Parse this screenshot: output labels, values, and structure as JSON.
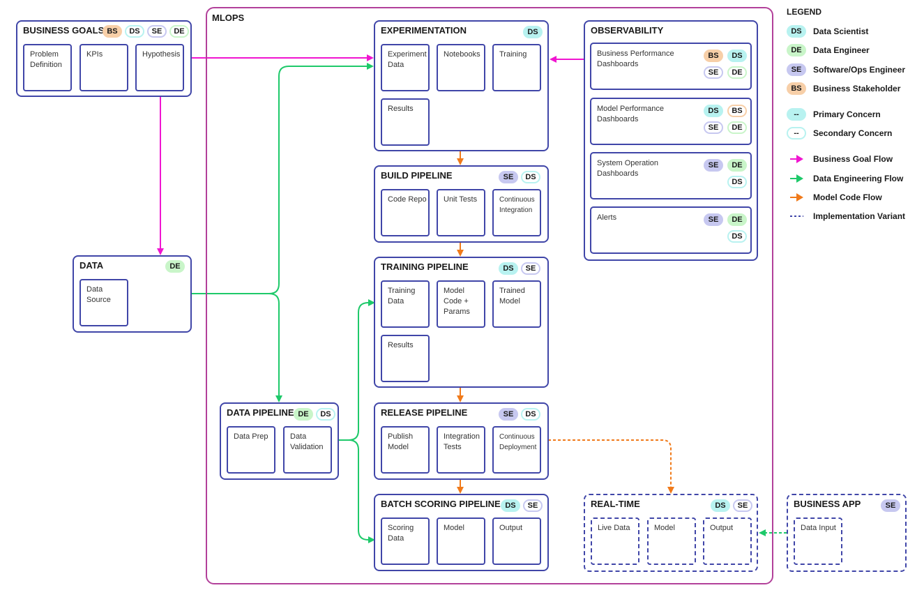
{
  "mlops_label": "MLOPS",
  "business_goals": {
    "title": "BUSINESS GOALS",
    "badges": [
      {
        "role": "BS",
        "concern": "primary"
      },
      {
        "role": "DS",
        "concern": "secondary"
      },
      {
        "role": "SE",
        "concern": "secondary"
      },
      {
        "role": "DE",
        "concern": "secondary"
      }
    ],
    "items": [
      "Problem Definition",
      "KPIs",
      "Hypothesis"
    ]
  },
  "data": {
    "title": "DATA",
    "badges": [
      {
        "role": "DE",
        "concern": "primary"
      }
    ],
    "items": [
      "Data Source"
    ]
  },
  "data_pipeline": {
    "title": "DATA PIPELINE",
    "badges": [
      {
        "role": "DE",
        "concern": "primary"
      },
      {
        "role": "DS",
        "concern": "secondary"
      }
    ],
    "items": [
      "Data Prep",
      "Data Validation"
    ]
  },
  "experimentation": {
    "title": "EXPERIMENTATION",
    "badges": [
      {
        "role": "DS",
        "concern": "primary"
      }
    ],
    "items": [
      "Experiment Data",
      "Notebooks",
      "Training",
      "Results"
    ]
  },
  "build_pipeline": {
    "title": "BUILD PIPELINE",
    "badges": [
      {
        "role": "SE",
        "concern": "primary"
      },
      {
        "role": "DS",
        "concern": "secondary"
      }
    ],
    "items": [
      "Code Repo",
      "Unit Tests",
      "Continuous Integration"
    ]
  },
  "training_pipeline": {
    "title": "TRAINING PIPELINE",
    "badges": [
      {
        "role": "DS",
        "concern": "primary"
      },
      {
        "role": "SE",
        "concern": "secondary"
      }
    ],
    "items": [
      "Training Data",
      "Model Code + Params",
      "Trained Model",
      "Results"
    ]
  },
  "release_pipeline": {
    "title": "RELEASE PIPELINE",
    "badges": [
      {
        "role": "SE",
        "concern": "primary"
      },
      {
        "role": "DS",
        "concern": "secondary"
      }
    ],
    "items": [
      "Publish Model",
      "Integration Tests",
      "Continuous Deployment"
    ]
  },
  "batch_scoring": {
    "title": "BATCH SCORING PIPELINE",
    "badges": [
      {
        "role": "DS",
        "concern": "primary"
      },
      {
        "role": "SE",
        "concern": "secondary"
      }
    ],
    "items": [
      "Scoring Data",
      "Model",
      "Output"
    ]
  },
  "observability": {
    "title": "OBSERVABILITY",
    "panels": [
      {
        "label": "Business Performance Dashboards",
        "badges": [
          {
            "role": "BS",
            "concern": "primary"
          },
          {
            "role": "DS",
            "concern": "primary"
          },
          {
            "role": "SE",
            "concern": "secondary"
          },
          {
            "role": "DE",
            "concern": "secondary"
          }
        ]
      },
      {
        "label": "Model Performance Dashboards",
        "badges": [
          {
            "role": "DS",
            "concern": "primary"
          },
          {
            "role": "BS",
            "concern": "secondary"
          },
          {
            "role": "SE",
            "concern": "secondary"
          },
          {
            "role": "DE",
            "concern": "secondary"
          }
        ]
      },
      {
        "label": "System Operation Dashboards",
        "badges": [
          {
            "role": "SE",
            "concern": "primary"
          },
          {
            "role": "DE",
            "concern": "primary"
          },
          {
            "role": "DS",
            "concern": "secondary"
          }
        ]
      },
      {
        "label": "Alerts",
        "badges": [
          {
            "role": "SE",
            "concern": "primary"
          },
          {
            "role": "DE",
            "concern": "primary"
          },
          {
            "role": "DS",
            "concern": "secondary"
          }
        ]
      }
    ]
  },
  "real_time": {
    "title": "REAL-TIME",
    "badges": [
      {
        "role": "DS",
        "concern": "primary"
      },
      {
        "role": "SE",
        "concern": "secondary"
      }
    ],
    "items": [
      "Live Data",
      "Model",
      "Output"
    ]
  },
  "business_app": {
    "title": "BUSINESS APP",
    "badges": [
      {
        "role": "SE",
        "concern": "primary"
      }
    ],
    "items": [
      "Data Input"
    ]
  },
  "legend": {
    "title": "LEGEND",
    "roles": [
      {
        "abbr": "DS",
        "label": "Data Scientist"
      },
      {
        "abbr": "DE",
        "label": "Data Engineer"
      },
      {
        "abbr": "SE",
        "label": "Software/Ops Engineer"
      },
      {
        "abbr": "BS",
        "label": "Business Stakeholder"
      }
    ],
    "concern_symbol": "--",
    "concerns": {
      "primary": "Primary Concern",
      "secondary": "Secondary Concern"
    },
    "flows": [
      {
        "label": "Business Goal Flow",
        "color": "#f015d0"
      },
      {
        "label": "Data Engineering Flow",
        "color": "#1ec96a"
      },
      {
        "label": "Model Code Flow",
        "color": "#f07a1a"
      }
    ],
    "variant": "Implementation Variant"
  },
  "colors": {
    "box_border": "#4046a8",
    "mlops_border": "#b2409a",
    "DS": "#b8f2f0",
    "DE": "#c9f5c9",
    "SE": "#c7c8f0",
    "BS": "#f7cfa8"
  }
}
